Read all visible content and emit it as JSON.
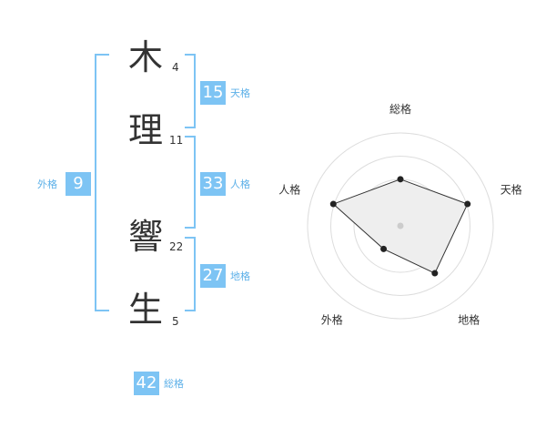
{
  "characters": [
    {
      "char": "木",
      "strokes": "4"
    },
    {
      "char": "理",
      "strokes": "11"
    },
    {
      "char": "響",
      "strokes": "22"
    },
    {
      "char": "生",
      "strokes": "5"
    }
  ],
  "fortunes": {
    "tenkaku": {
      "value": "15",
      "label": "天格"
    },
    "jinkaku": {
      "value": "33",
      "label": "人格"
    },
    "chikaku": {
      "value": "27",
      "label": "地格"
    },
    "gaikaku": {
      "value": "9",
      "label": "外格"
    },
    "soukaku": {
      "value": "42",
      "label": "総格"
    }
  },
  "radar": {
    "axes": [
      "総格",
      "天格",
      "地格",
      "外格",
      "人格"
    ],
    "levels": 4,
    "scores": [
      0.6,
      1.0,
      0.8,
      0.3,
      1.0
    ]
  },
  "colors": {
    "accent": "#7dc4f4",
    "label": "#5cb0e8",
    "text": "#333333",
    "grid": "#dddddd",
    "fill": "#eeeeee"
  }
}
